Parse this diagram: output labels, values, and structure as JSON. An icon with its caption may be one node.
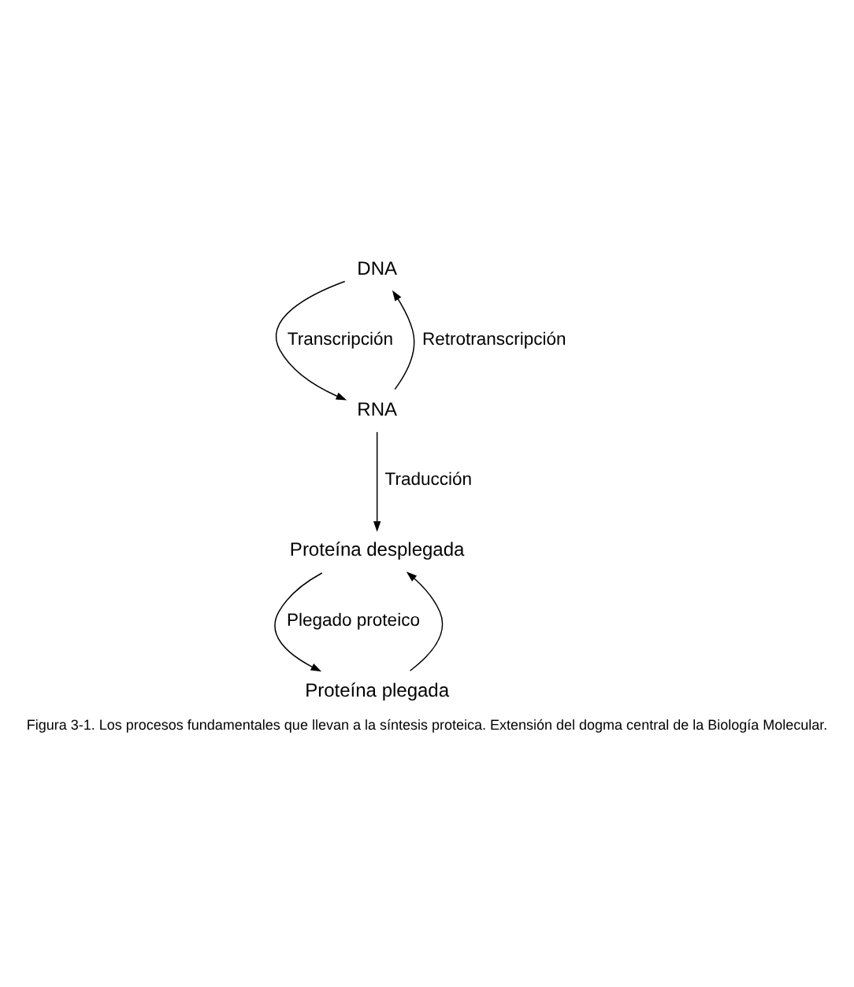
{
  "diagram": {
    "caption": "Figura 3-1. Los procesos fundamentales que llevan a la síntesis proteica. Extensión del dogma central de la Biología Molecular.",
    "nodes": [
      {
        "text": [
          "DNA"
        ]
      },
      {
        "text": [
          "RNA"
        ]
      },
      {
        "text": [
          "Proteína desplegada"
        ]
      },
      {
        "text": [
          "Proteína plegada"
        ]
      }
    ],
    "edges": [
      {
        "from": 0,
        "to": 1,
        "arrow": "to",
        "label": "Transcripción"
      },
      {
        "from": 1,
        "to": 0,
        "arrow": "to",
        "label": "Retrotranscripción"
      },
      {
        "from": 1,
        "to": 2,
        "arrow": "to",
        "label": "Traducción"
      },
      {
        "from": 2,
        "to": 3,
        "arrow": "to",
        "label": "Plegado proteico"
      },
      {
        "from": 3,
        "to": 2,
        "arrow": "to"
      }
    ]
  }
}
